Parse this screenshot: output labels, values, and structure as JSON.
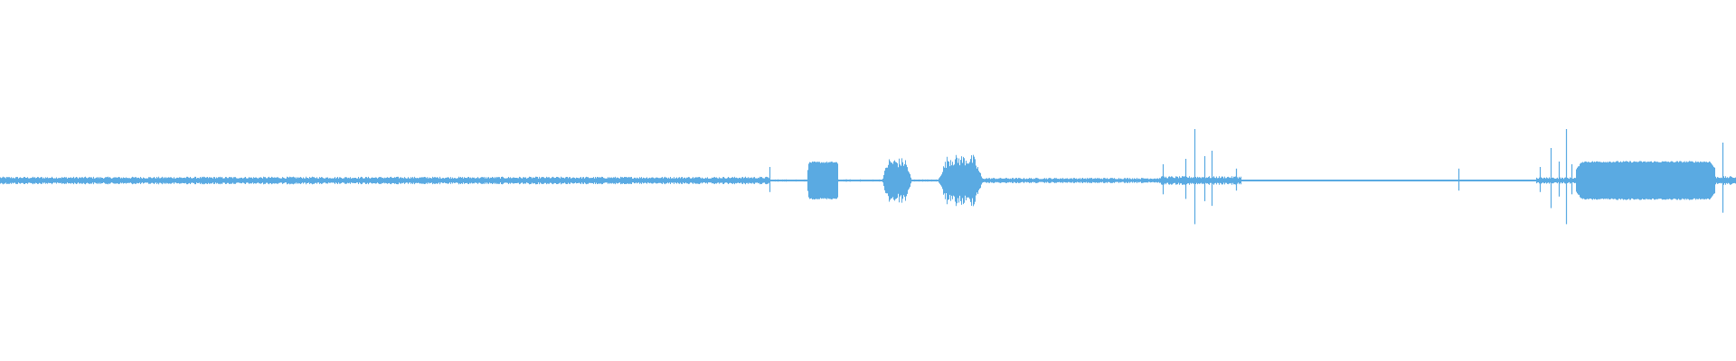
{
  "waveform": {
    "color": "#5aaae2",
    "background": "#ffffff",
    "segments": [
      {
        "start": 0.0,
        "end": 0.443,
        "level": 0.07,
        "kind": "noise"
      },
      {
        "start": 0.443,
        "end": 0.465,
        "level": 0.02,
        "kind": "noise"
      },
      {
        "start": 0.465,
        "end": 0.483,
        "level": 0.35,
        "kind": "block"
      },
      {
        "start": 0.483,
        "end": 0.508,
        "level": 0.02,
        "kind": "noise"
      },
      {
        "start": 0.508,
        "end": 0.525,
        "level": 0.42,
        "kind": "burst"
      },
      {
        "start": 0.525,
        "end": 0.54,
        "level": 0.02,
        "kind": "noise"
      },
      {
        "start": 0.54,
        "end": 0.566,
        "level": 0.48,
        "kind": "burst"
      },
      {
        "start": 0.566,
        "end": 0.668,
        "level": 0.05,
        "kind": "noise"
      },
      {
        "start": 0.668,
        "end": 0.715,
        "level": 0.08,
        "kind": "noise"
      },
      {
        "start": 0.715,
        "end": 0.885,
        "level": 0.015,
        "kind": "noise"
      },
      {
        "start": 0.885,
        "end": 0.908,
        "level": 0.06,
        "kind": "noise"
      },
      {
        "start": 0.908,
        "end": 0.988,
        "level": 0.36,
        "kind": "block"
      },
      {
        "start": 0.988,
        "end": 1.0,
        "level": 0.08,
        "kind": "noise"
      }
    ],
    "spikes": [
      {
        "pos": 0.443,
        "level": 0.25
      },
      {
        "pos": 0.67,
        "level": 0.3
      },
      {
        "pos": 0.683,
        "level": 0.4
      },
      {
        "pos": 0.688,
        "level": 0.95
      },
      {
        "pos": 0.694,
        "level": 0.45
      },
      {
        "pos": 0.698,
        "level": 0.55
      },
      {
        "pos": 0.712,
        "level": 0.22
      },
      {
        "pos": 0.84,
        "level": 0.22
      },
      {
        "pos": 0.887,
        "level": 0.25
      },
      {
        "pos": 0.893,
        "level": 0.6
      },
      {
        "pos": 0.898,
        "level": 0.35
      },
      {
        "pos": 0.902,
        "level": 0.95
      },
      {
        "pos": 0.905,
        "level": 0.3
      },
      {
        "pos": 0.992,
        "level": 0.7
      }
    ]
  }
}
